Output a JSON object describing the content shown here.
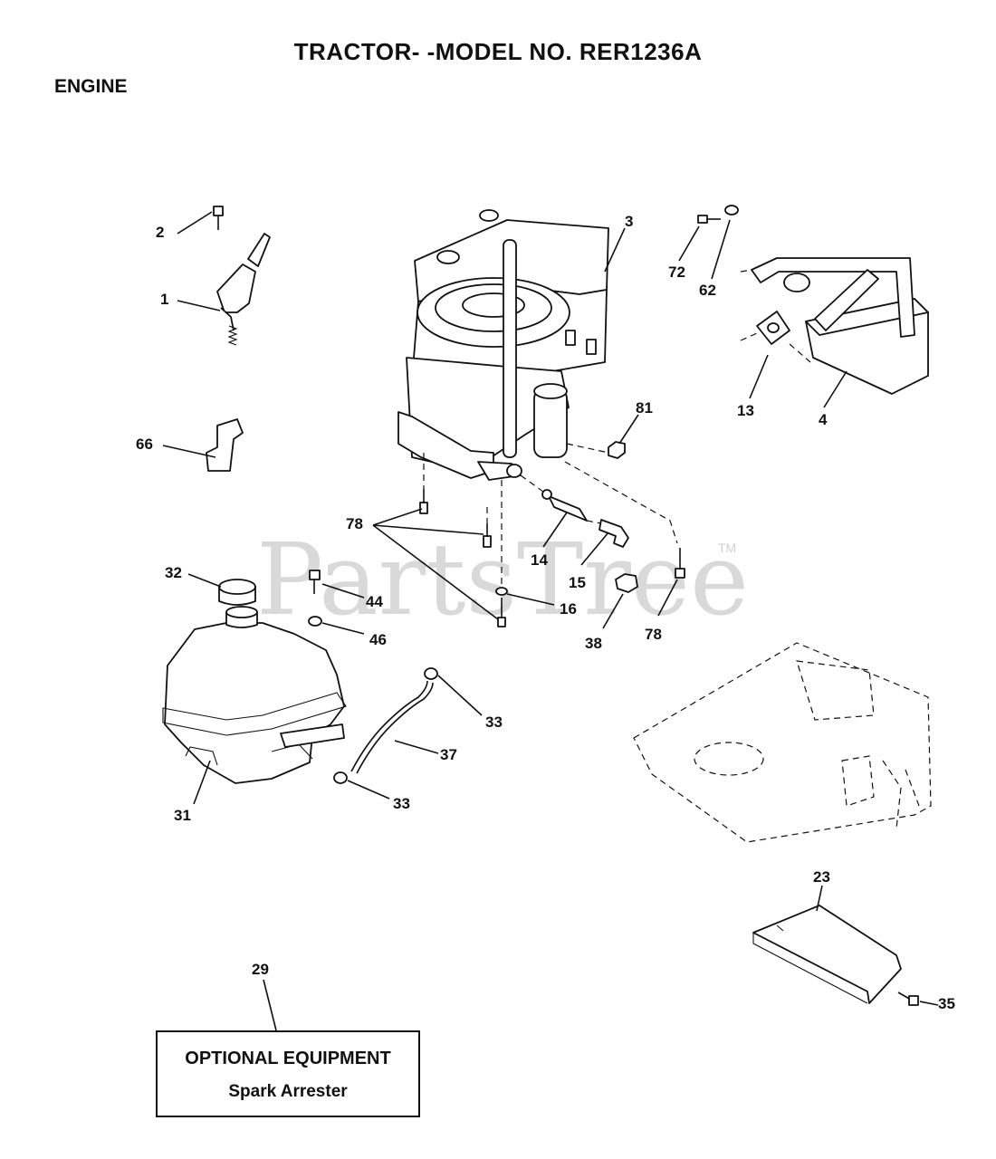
{
  "header": {
    "title": "TRACTOR- -MODEL NO. RER1236A",
    "section": "ENGINE"
  },
  "watermark": {
    "text": "PartsTree",
    "trademark": "TM"
  },
  "callouts": {
    "c1": "1",
    "c2": "2",
    "c3": "3",
    "c4": "4",
    "c13": "13",
    "c14": "14",
    "c15": "15",
    "c16": "16",
    "c23": "23",
    "c29": "29",
    "c31": "31",
    "c32": "32",
    "c33a": "33",
    "c33b": "33",
    "c35": "35",
    "c37": "37",
    "c38": "38",
    "c44": "44",
    "c46": "46",
    "c62": "62",
    "c66": "66",
    "c72": "72",
    "c78a": "78",
    "c78b": "78",
    "c81": "81"
  },
  "optional_box": {
    "heading": "OPTIONAL EQUIPMENT",
    "item": "Spark Arrester"
  }
}
